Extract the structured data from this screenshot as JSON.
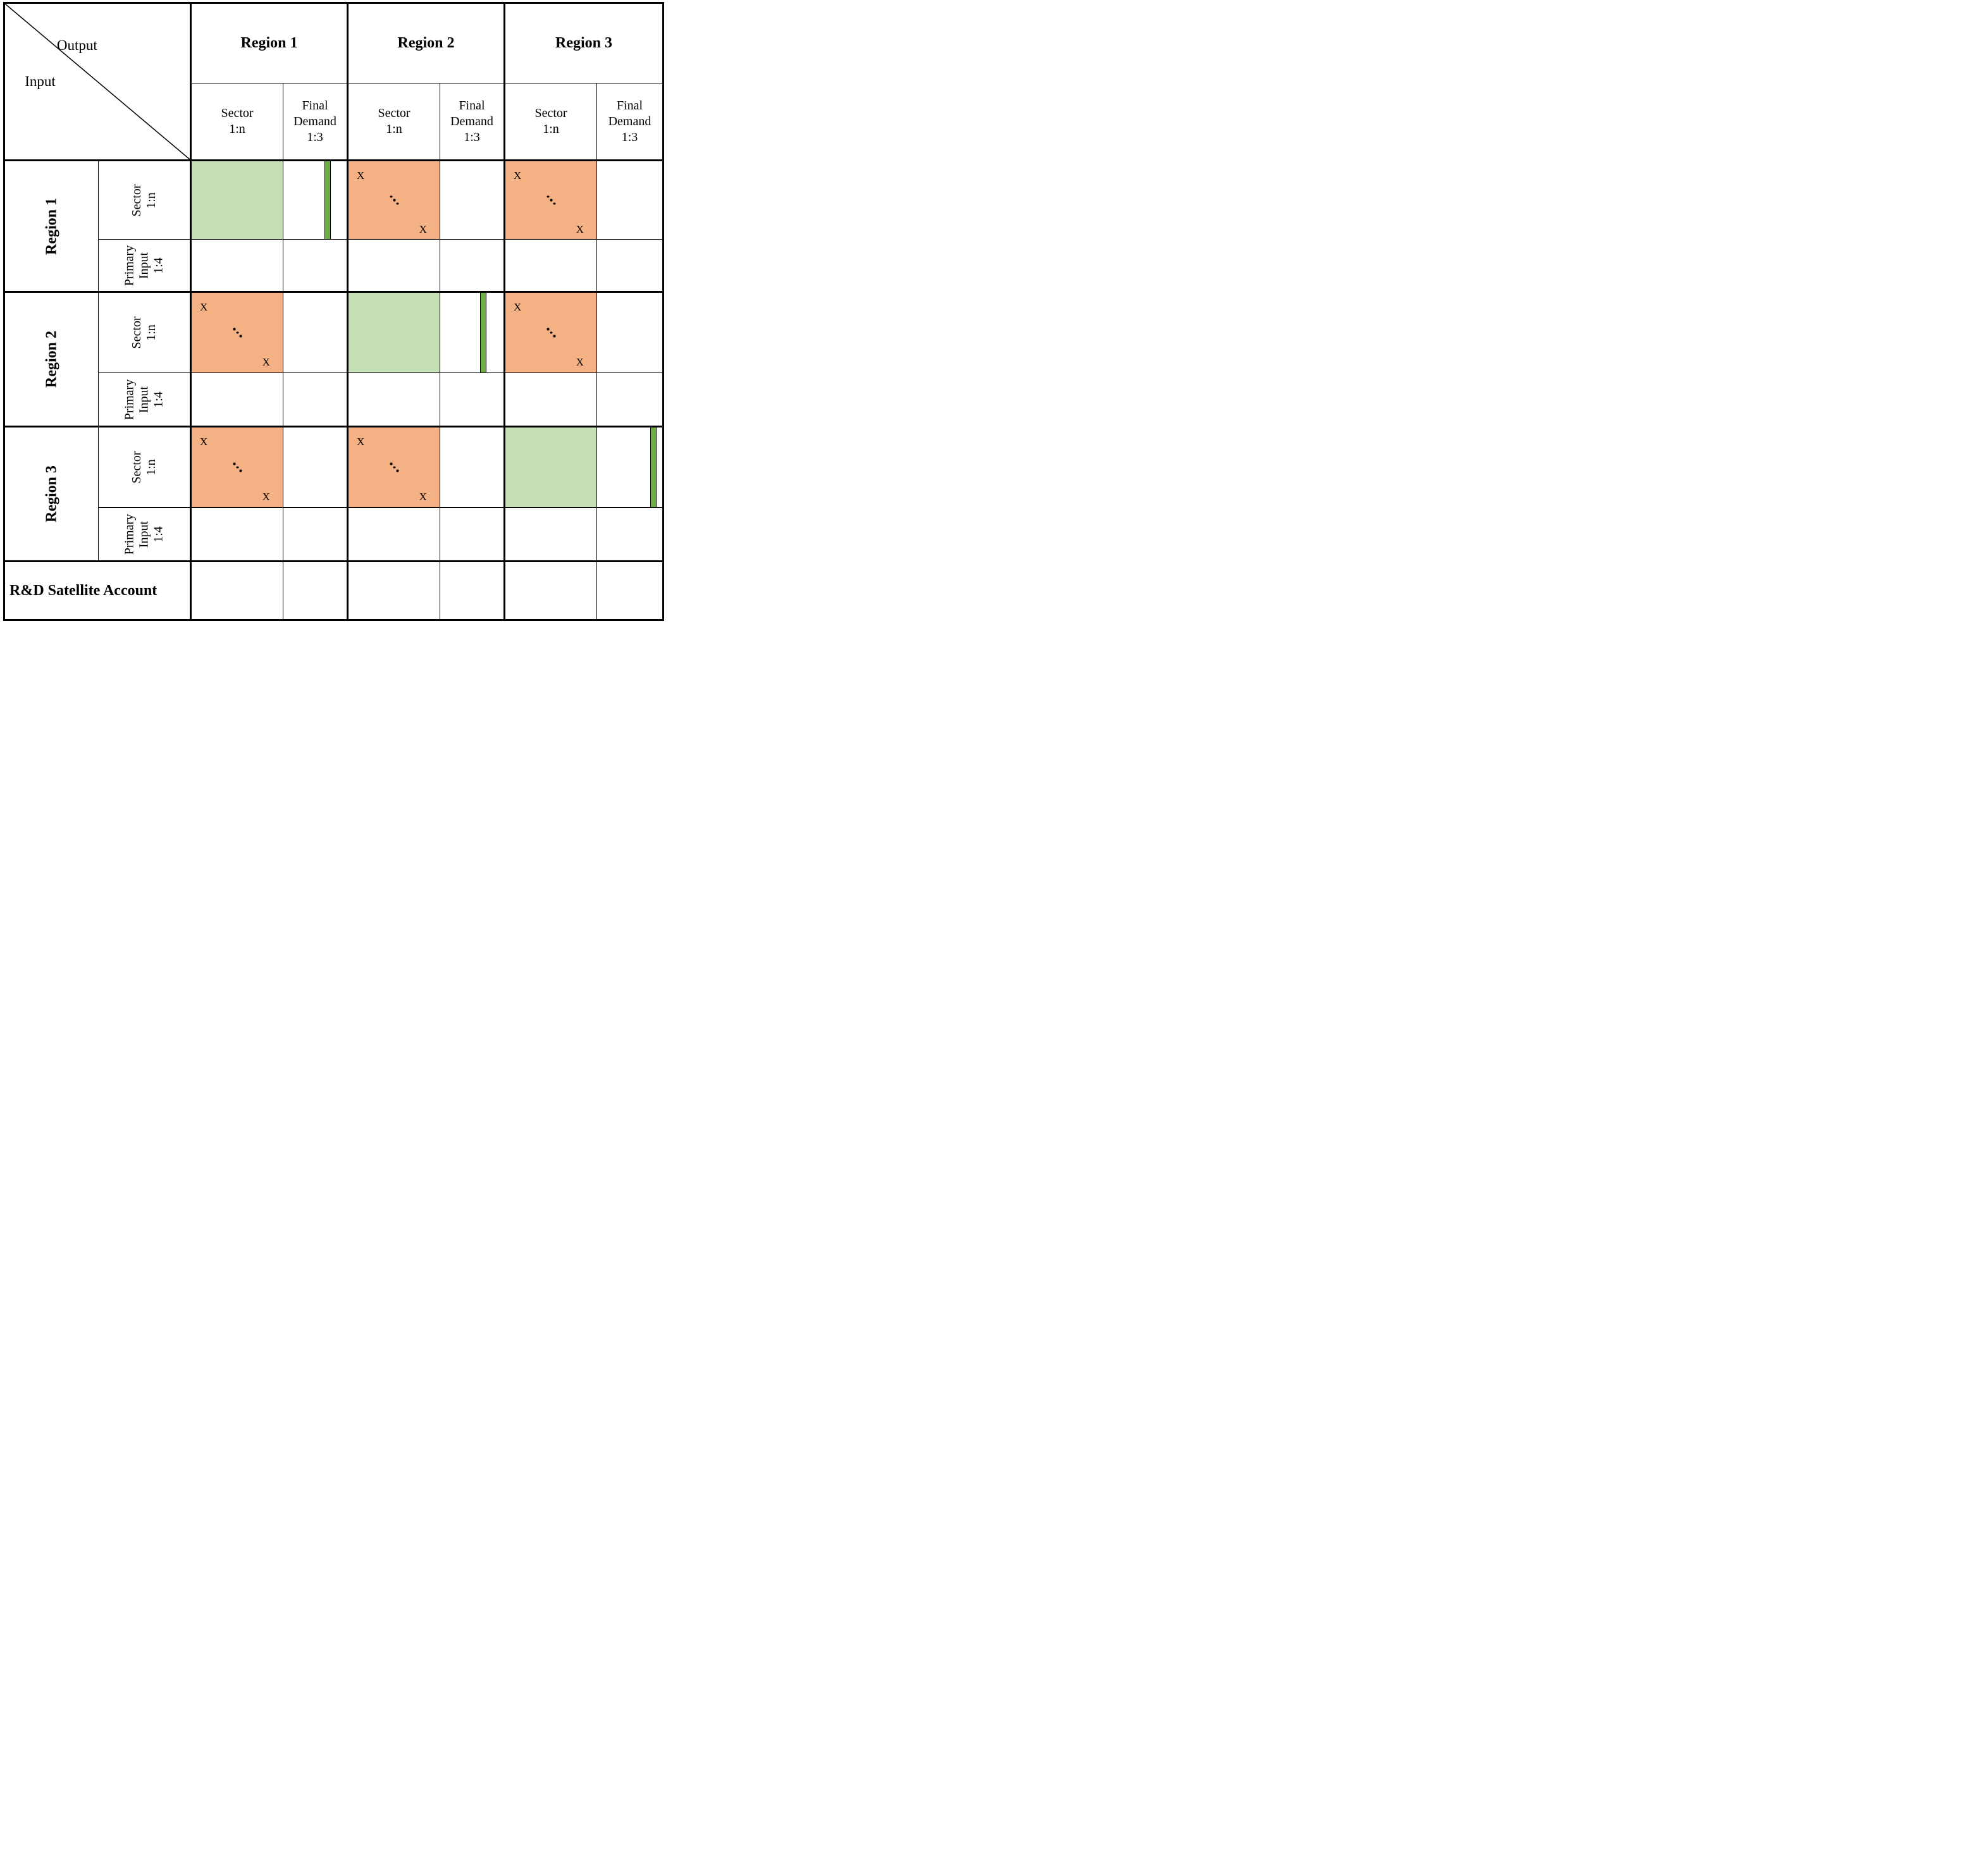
{
  "corner": {
    "output_label": "Output",
    "input_label": "Input"
  },
  "output_axis": {
    "regions": [
      {
        "label": "Region 1"
      },
      {
        "label": "Region 2"
      },
      {
        "label": "Region 3"
      }
    ],
    "sector_header": {
      "line1": "Sector",
      "line2": "1:n"
    },
    "final_demand_header": {
      "line1": "Final",
      "line2": "Demand",
      "line3": "1:3"
    }
  },
  "input_axis": {
    "regions": [
      {
        "label": "Region 1"
      },
      {
        "label": "Region 2"
      },
      {
        "label": "Region 3"
      }
    ],
    "sector_label": {
      "line1": "Sector",
      "line2": "1:n"
    },
    "primary_input_label": {
      "line1": "Primary",
      "line2": "Input",
      "line3": "1:4"
    },
    "rd_satellite_label": "R&D Satellite Account"
  },
  "matrix": {
    "x_mark": "X",
    "blocks": [
      {
        "input": "Region 1 Sector",
        "output": "Region 1 Sector",
        "fill": "light_green",
        "marks": "none"
      },
      {
        "input": "Region 1 Sector",
        "output": "Region 1 Final Demand",
        "fill": "dark_green_bar",
        "marks": "none"
      },
      {
        "input": "Region 1 Sector",
        "output": "Region 2 Sector",
        "fill": "orange",
        "marks": "X diagonal-dots X"
      },
      {
        "input": "Region 1 Sector",
        "output": "Region 3 Sector",
        "fill": "orange",
        "marks": "X diagonal-dots X"
      },
      {
        "input": "Region 2 Sector",
        "output": "Region 1 Sector",
        "fill": "orange",
        "marks": "X diagonal-dots X"
      },
      {
        "input": "Region 2 Sector",
        "output": "Region 2 Sector",
        "fill": "light_green",
        "marks": "none"
      },
      {
        "input": "Region 2 Sector",
        "output": "Region 2 Final Demand",
        "fill": "dark_green_bar",
        "marks": "none"
      },
      {
        "input": "Region 2 Sector",
        "output": "Region 3 Sector",
        "fill": "orange",
        "marks": "X diagonal-dots X"
      },
      {
        "input": "Region 3 Sector",
        "output": "Region 1 Sector",
        "fill": "orange",
        "marks": "X diagonal-dots X"
      },
      {
        "input": "Region 3 Sector",
        "output": "Region 2 Sector",
        "fill": "orange",
        "marks": "X diagonal-dots X"
      },
      {
        "input": "Region 3 Sector",
        "output": "Region 3 Sector",
        "fill": "light_green",
        "marks": "none"
      },
      {
        "input": "Region 3 Sector",
        "output": "Region 3 Final Demand",
        "fill": "dark_green_bar",
        "marks": "none"
      }
    ]
  },
  "colors": {
    "light_green": "#C5E0B4",
    "orange": "#F4B183",
    "dark_green": "#70AD47",
    "line": "#000000",
    "background": "#FFFFFF"
  }
}
